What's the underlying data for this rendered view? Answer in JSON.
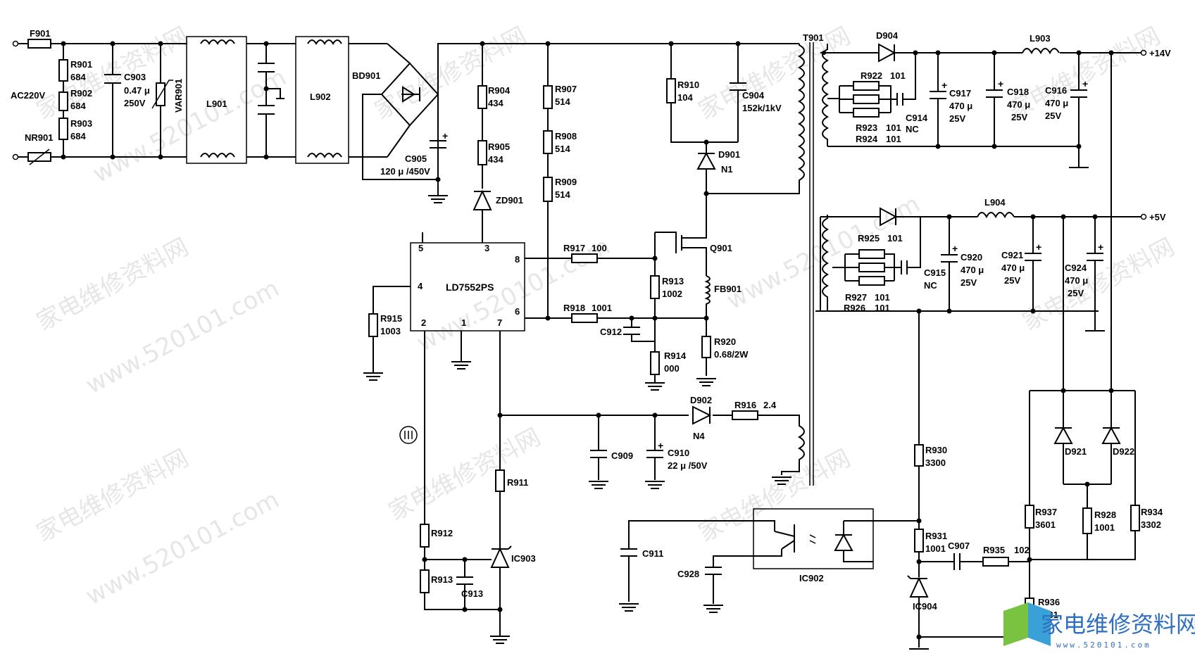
{
  "labels": {
    "F901": "F901",
    "AC220V": "AC220V",
    "NR901": "NR901",
    "R901": "R901",
    "R901v": "684",
    "R902": "R902",
    "R902v": "684",
    "R903": "R903",
    "R903v": "684",
    "C903": "C903",
    "C903v1": "0.47 μ",
    "C903v2": "250V",
    "VAR901": "VAR901",
    "L901": "L901",
    "L902": "L902",
    "BD901": "BD901",
    "C905": "C905",
    "C905v": "120 μ /450V",
    "R904": "R904",
    "R904v": "434",
    "R905": "R905",
    "R905v": "434",
    "ZD901": "ZD901",
    "R907": "R907",
    "R907v": "514",
    "R908": "R908",
    "R908v": "514",
    "R909": "R909",
    "R909v": "514",
    "R910": "R910",
    "R910v": "104",
    "C904": "C904",
    "C904v": "152k/1kV",
    "D901": "D901",
    "N1": "N1",
    "T901": "T901",
    "LD7552PS": "LD7552PS",
    "pin5": "5",
    "pin3": "3",
    "pin8": "8",
    "pin4": "4",
    "pin6": "6",
    "pin2": "2",
    "pin1": "1",
    "pin7": "7",
    "R917": "R917",
    "R917v": "100",
    "Q901": "Q901",
    "R913a": "R913",
    "R913av": "1002",
    "FB901": "FB901",
    "R918": "R918",
    "R918v": "1001",
    "C912": "C912",
    "R914": "R914",
    "R914v": "000",
    "R920": "R920",
    "R920v": "0.68/2W",
    "R915": "R915",
    "R915v": "1003",
    "D902": "D902",
    "N4": "N4",
    "R916": "R916",
    "R916v": "2.4",
    "C909": "C909",
    "C910": "C910",
    "C910v": "22 μ /50V",
    "R911": "R911",
    "R912": "R912",
    "R913b": "R913",
    "C913": "C913",
    "IC903": "IC903",
    "C911": "C911",
    "C928": "C928",
    "IC902": "IC902",
    "D904": "D904",
    "L903": "L903",
    "V14": "+14V",
    "R922": "R922",
    "R922v": "101",
    "R923": "R923",
    "R923v": "101",
    "R924": "R924",
    "R924v": "101",
    "C914": "C914",
    "C914v": "NC",
    "C917": "C917",
    "C917v1": "470 μ",
    "C917v2": "25V",
    "C918": "C918",
    "C918v1": "470 μ",
    "C918v2": "25V",
    "C916": "C916",
    "C916v1": "470 μ",
    "C916v2": "25V",
    "L904": "L904",
    "V5": "+5V",
    "R925": "R925",
    "R925v": "101",
    "R927": "R927",
    "R927v": "101",
    "R926": "R926",
    "R926v": "101",
    "C915": "C915",
    "C915v": "NC",
    "C920": "C920",
    "C920v1": "470 μ",
    "C920v2": "25V",
    "C921": "C921",
    "C921v1": "470 μ",
    "C921v2": "25V",
    "C924": "C924",
    "C924v1": "470 μ",
    "C924v2": "25V",
    "D921": "D921",
    "D922": "D922",
    "R930": "R930",
    "R930v": "3300",
    "R931": "R931",
    "R931v": "1001",
    "C907": "C907",
    "R935": "R935",
    "R935v": "102",
    "R937": "R937",
    "R937v": "3601",
    "R928": "R928",
    "R928v": "1001",
    "R934": "R934",
    "R934v": "3302",
    "R936": "R936",
    "R936v": "2431",
    "IC904": "IC904"
  },
  "watermark": {
    "text_cn": "家电维修资料网",
    "text_url": "www.520101.com",
    "logo_cn": "家电维修资料网",
    "logo_url": "www.520101.com"
  }
}
